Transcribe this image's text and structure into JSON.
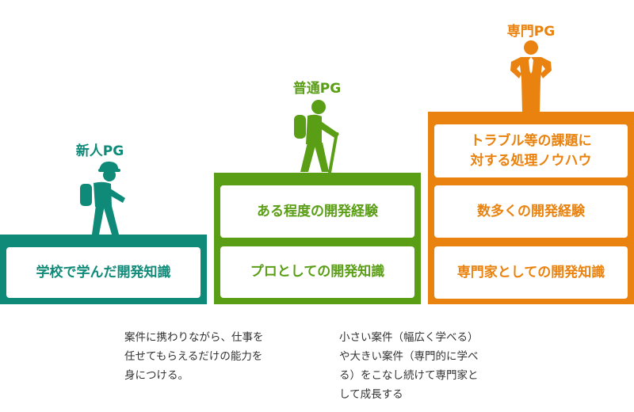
{
  "colors": {
    "beginner": "#0f8a78",
    "intermediate": "#5a9e16",
    "expert": "#e9820e"
  },
  "levels": {
    "beginner": {
      "label": "新人PG",
      "boxes": [
        "学校で学んだ開発知識"
      ],
      "figure_icon": "backpack-hiker-icon"
    },
    "intermediate": {
      "label": "普通PG",
      "boxes": [
        "ある程度の開発経験",
        "プロとしての開発知識"
      ],
      "figure_icon": "hiker-with-stick-icon"
    },
    "expert": {
      "label": "専門PG",
      "boxes": [
        "トラブル等の課題に\n対する処理ノウハウ",
        "数多くの開発経験",
        "専門家としての開発知識"
      ],
      "figure_icon": "businessman-icon"
    }
  },
  "notes": {
    "left": "案件に携わりながら、仕事を\n任せてもらえるだけの能力を\n身につける。",
    "right": "小さい案件（幅広く学べる）\nや大きい案件（専門的に学べ\nる）をこなし続けて専門家と\nして成長する"
  }
}
